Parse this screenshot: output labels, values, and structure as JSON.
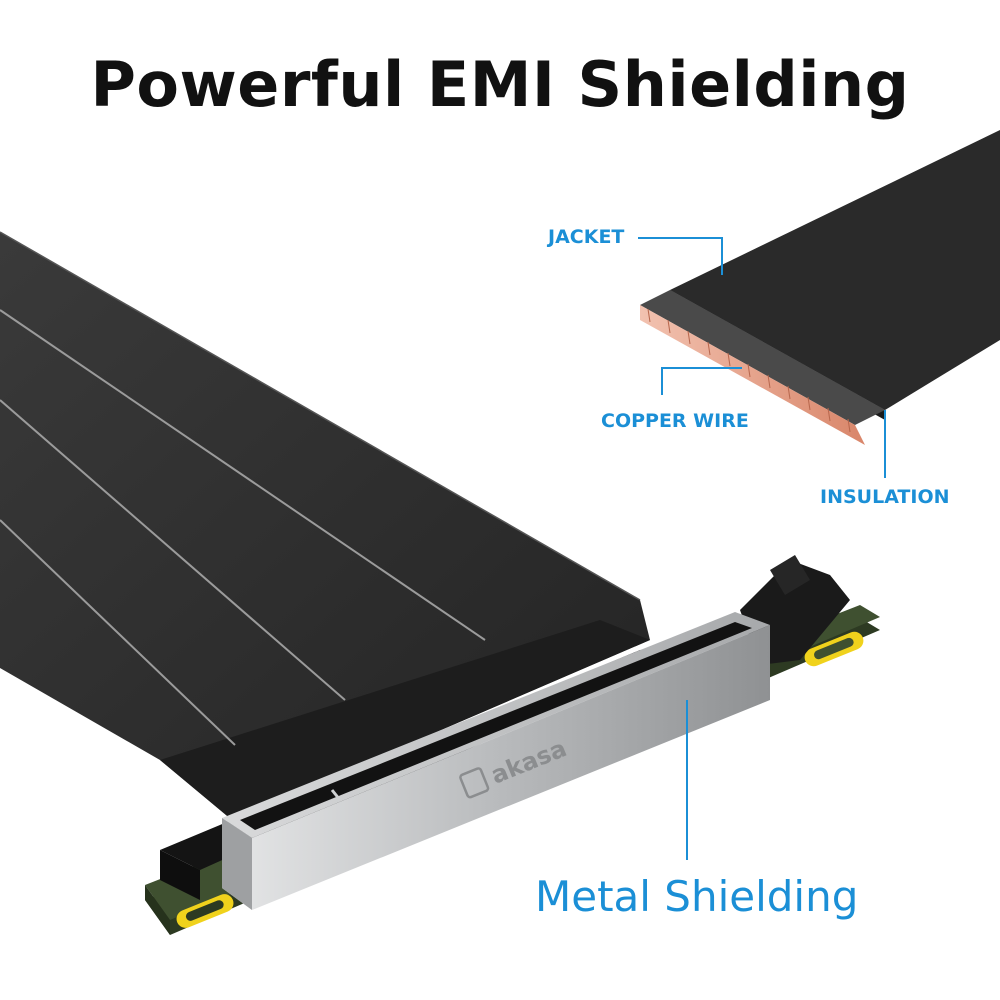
{
  "title": "Powerful EMI Shielding",
  "callouts": {
    "jacket": "JACKET",
    "copper_wire": "COPPER WIRE",
    "insulation": "INSULATION",
    "metal_shielding": "Metal Shielding"
  },
  "brand": "akasa",
  "colors": {
    "accent": "#1b8fd6",
    "cable": "#2b2b2b",
    "copper": "#e4a089",
    "pcb": "#3a4a2a",
    "mounting_pad": "#f0d21c",
    "shield": "#c8cacc"
  }
}
